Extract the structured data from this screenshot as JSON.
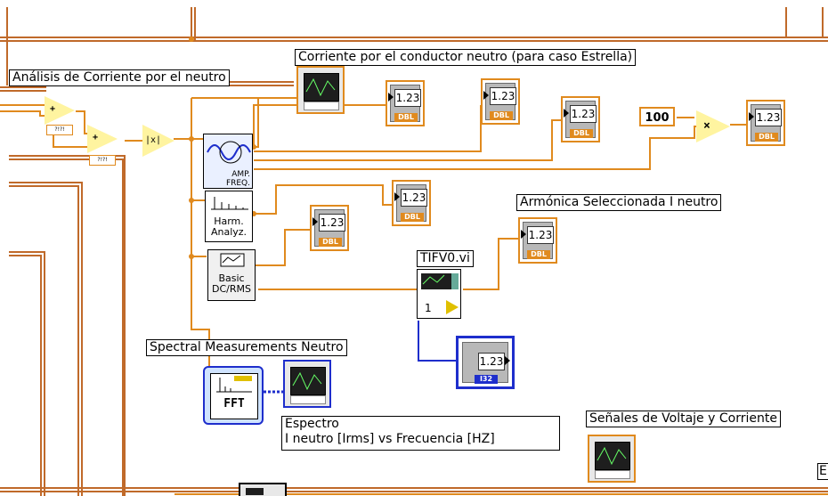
{
  "labels": {
    "analisis": "Análisis de Corriente por el neutro",
    "corriente_conductor": "Corriente por el conductor neutro (para caso Estrella)",
    "armonica": "Armónica Seleccionada I neutro",
    "tifv0": "TIFV0.vi",
    "spectral": "Spectral Measurements Neutro",
    "espectro_line1": "Espectro",
    "espectro_line2": "I neutro  [Irms] vs  Frecuencia [HZ]",
    "senales": "Señales de Voltaje y Corriente",
    "edge_label": "E"
  },
  "constants": {
    "hundred": "100"
  },
  "indicators": {
    "value_text": "1.23",
    "dbl_text": "DBL",
    "i32_text": "I32"
  },
  "express_vis": {
    "amp_freq": [
      "AMP.",
      "FREQ."
    ],
    "harm_analyz": [
      "Harm.",
      "Analyz."
    ],
    "basic_dcrms": [
      "Basic",
      "DC/RMS"
    ],
    "fft": "FFT"
  },
  "operators": {
    "add": "+",
    "multiply": "×",
    "abs": "|x|",
    "qmark": "?!?!",
    "tifv_index": "1"
  },
  "colors": {
    "wire_orange": "#e08a1e",
    "wire_brown": "#c06a2a",
    "wire_blue": "#1e2ecc",
    "tunnel_orange": "#ff8c1a"
  }
}
